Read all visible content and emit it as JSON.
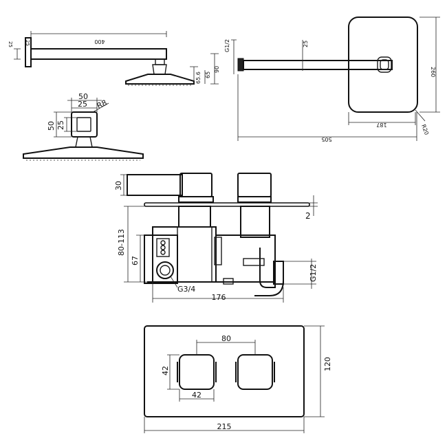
{
  "dims": {
    "arm_thickness": "25",
    "arm_length_side": "400",
    "head_offset_a": "65.6",
    "head_offset_b": "65",
    "drop_90": "90",
    "arm_thickness_front": "25",
    "thread_top": "G1/2",
    "plate_height": "260",
    "plate_width": "187",
    "plate_radius": "R20",
    "arm_length_front": "505",
    "block_width": "50",
    "block_inner": "25",
    "block_radius": "R8",
    "block_height": "50",
    "block_inner_h": "25",
    "handle_depth": "30",
    "plate_gap": "2",
    "depth_range": "80-113",
    "inlet_height": "67",
    "inlet_thread": "G3/4",
    "valve_width": "176",
    "outlet_thread": "G1/2",
    "knob_spacing": "80",
    "knob_height": "42",
    "knob_width": "42",
    "cover_height": "120",
    "cover_width": "215"
  }
}
